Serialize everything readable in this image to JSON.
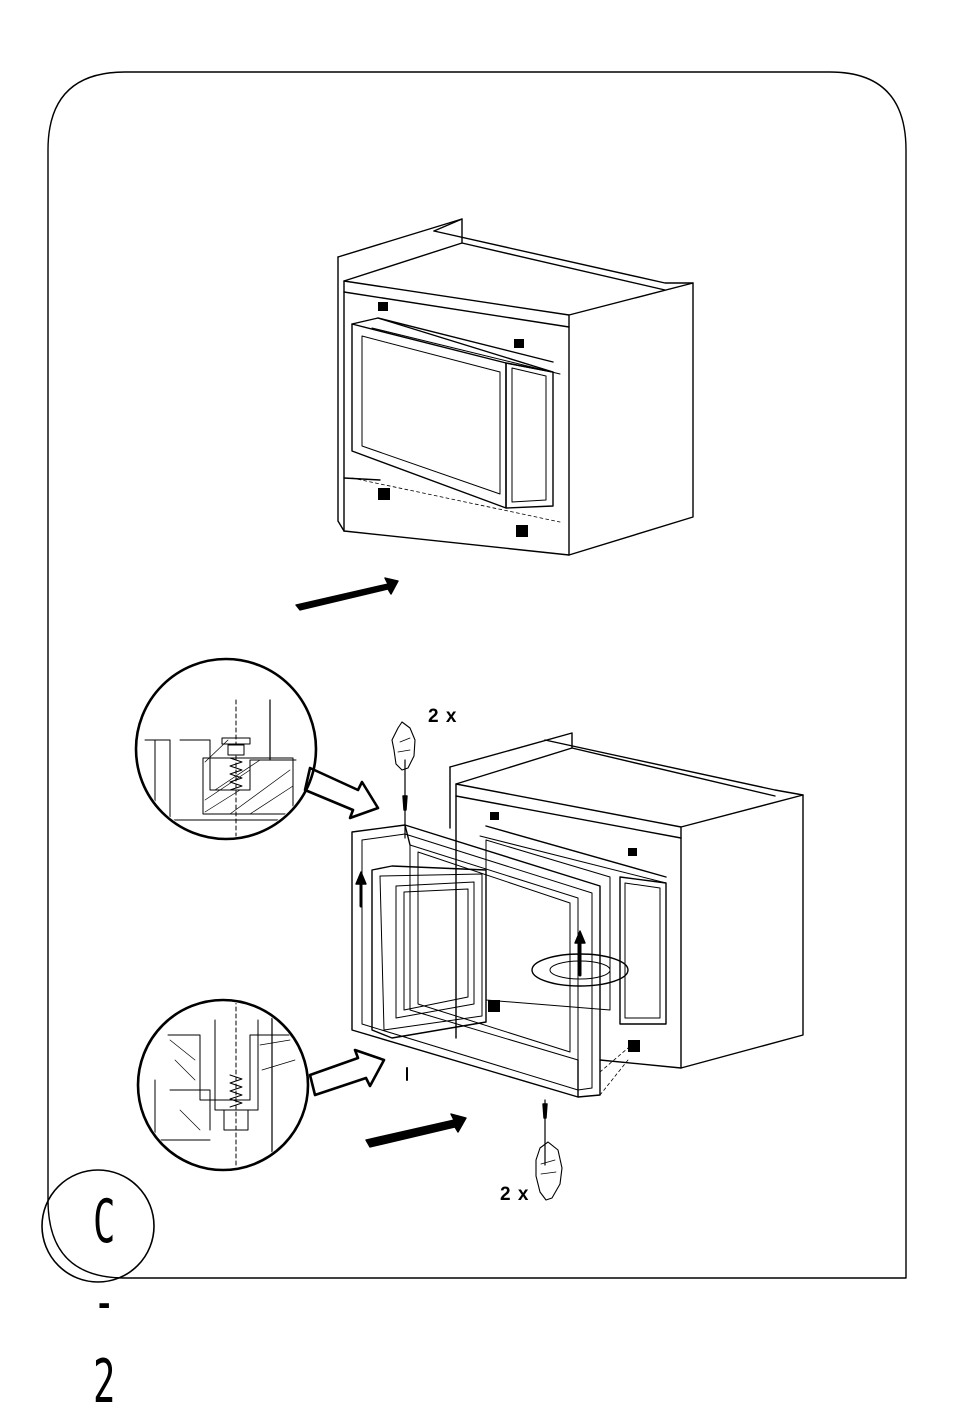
{
  "step_label": "C - 2",
  "labels": {
    "screws_top": "2 x",
    "screws_bottom": "2 x"
  },
  "colors": {
    "line": "#000000",
    "background": "#ffffff"
  }
}
